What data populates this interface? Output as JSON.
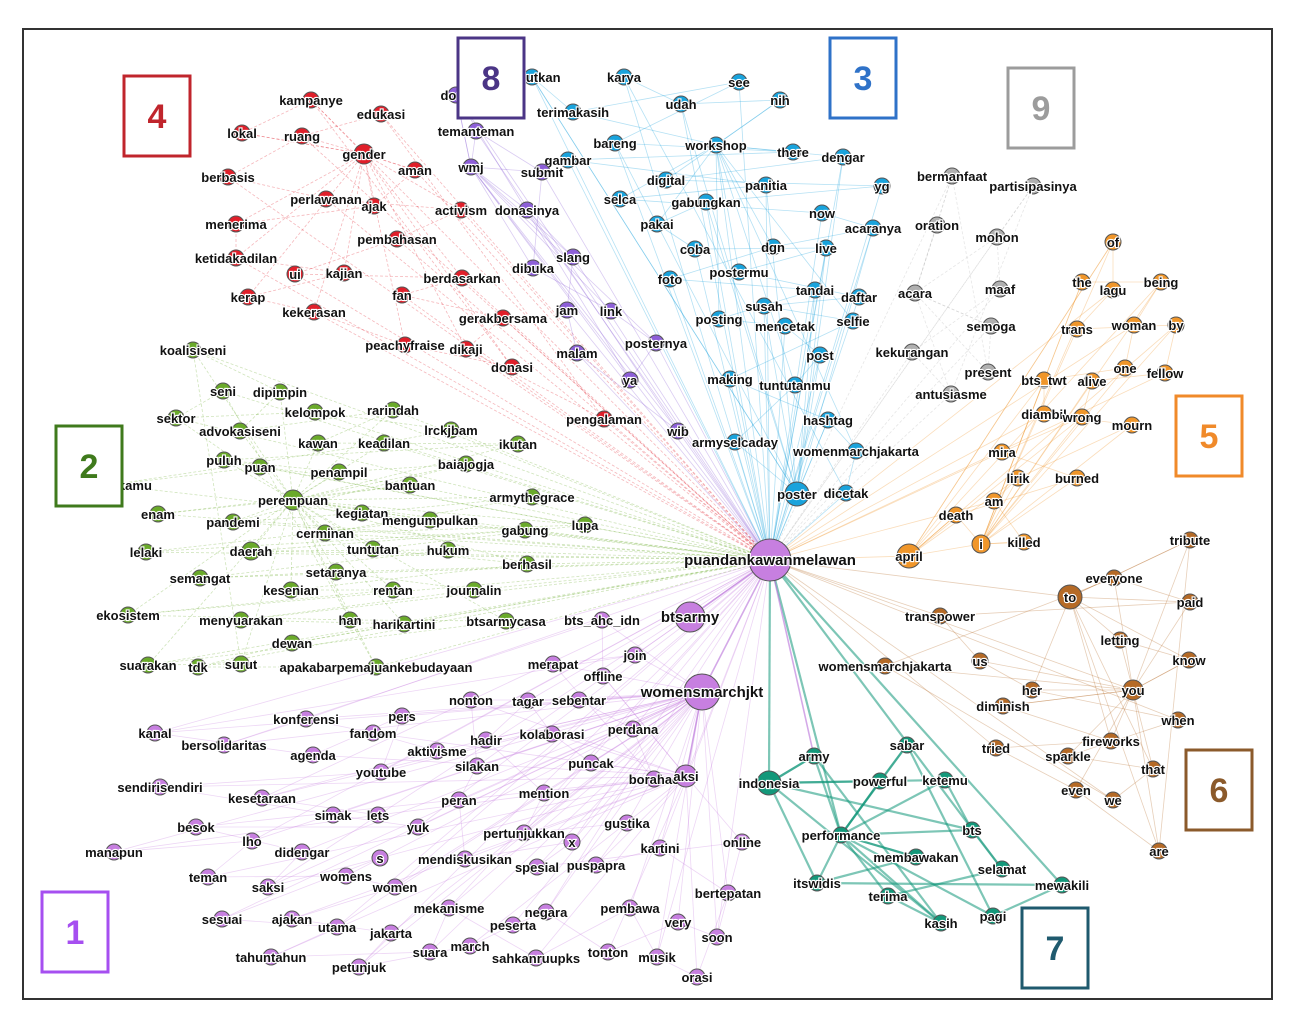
{
  "figure": {
    "caption": ""
  },
  "palette": {
    "1": "#c77fe0",
    "2": "#6aaa2a",
    "3": "#19a3dc",
    "4": "#e01f2a",
    "5": "#f0962a",
    "6": "#b56a26",
    "7": "#13987a",
    "8": "#8d5fd8",
    "9": "#b0b0b0"
  },
  "cluster_labels": [
    {
      "number": "1",
      "color": "#a64ff0"
    },
    {
      "number": "2",
      "color": "#3f7a1c"
    },
    {
      "number": "3",
      "color": "#2f72c8"
    },
    {
      "number": "4",
      "color": "#c0252c"
    },
    {
      "number": "5",
      "color": "#f08a2a"
    },
    {
      "number": "6",
      "color": "#8b5a2b"
    },
    {
      "number": "7",
      "color": "#1f5a6e"
    },
    {
      "number": "8",
      "color": "#4b3586"
    },
    {
      "number": "9",
      "color": "#9c9c9c"
    }
  ],
  "hubs": [
    {
      "word": "puandankawanmelawan",
      "cluster": "1"
    },
    {
      "word": "womensmarchjkt",
      "cluster": "1"
    },
    {
      "word": "btsarmy",
      "cluster": "1"
    }
  ],
  "nodes": {
    "1": [
      "kanal",
      "bersolidaritas",
      "agenda",
      "konferensi",
      "pers",
      "fandom",
      "youtube",
      "aktivisme",
      "sendirisendiri",
      "kesetaraan",
      "simak",
      "lets",
      "yuk",
      "manapun",
      "besok",
      "lho",
      "didengar",
      "teman",
      "saksi",
      "womens",
      "s",
      "women",
      "sesuai",
      "ajakan",
      "utama",
      "jakarta",
      "tahuntahun",
      "petunjuk",
      "suara",
      "march",
      "mekanisme",
      "peserta",
      "sahkanruupks",
      "negara",
      "pembawa",
      "tonton",
      "musik",
      "very",
      "orasi",
      "soon",
      "bertepatan",
      "online",
      "kartini",
      "spesial",
      "puspapra",
      "x",
      "gustika",
      "mendiskusikan",
      "pertunjukkan",
      "peran",
      "mention",
      "silakan",
      "hadir",
      "nonton",
      "tagar",
      "sebentar",
      "kolaborasi",
      "perdana",
      "puncak",
      "borahae",
      "aksi",
      "merapat",
      "offline",
      "join",
      "bts_ahc_idn"
    ],
    "2": [
      "koalisiseni",
      "seni",
      "dipimpin",
      "sektor",
      "advokasiseni",
      "kelompok",
      "rarindah",
      "lrckjbam",
      "kawan",
      "keadilan",
      "ikutan",
      "tahukahkamu",
      "puluh",
      "puan",
      "penampil",
      "bantuan",
      "baiajogja",
      "enam",
      "pandemi",
      "perempuan",
      "kegiatan",
      "mengumpulkan",
      "armythegrace",
      "lelaki",
      "cerminan",
      "gabung",
      "lupa",
      "daerah",
      "tuntutan",
      "hukum",
      "berhasil",
      "semangat",
      "kesenian",
      "setaranya",
      "rentan",
      "journalin",
      "ekosistem",
      "menyuarakan",
      "han",
      "harikartini",
      "btsarmycasa",
      "dewan",
      "suarakan",
      "tdk",
      "surut",
      "apakabarpemajuankebudayaan"
    ],
    "3": [
      "lanjutkan",
      "karya",
      "terimakasih",
      "udah",
      "see",
      "nih",
      "bareng",
      "workshop",
      "there",
      "dengar",
      "gambar",
      "digital",
      "panitia",
      "yg",
      "selca",
      "gabungkan",
      "now",
      "pakai",
      "acaranya",
      "coba",
      "dgn",
      "live",
      "foto",
      "postermu",
      "tandai",
      "daftar",
      "posting",
      "susah",
      "mencetak",
      "selfie",
      "post",
      "making",
      "tuntutanmu",
      "hashtag",
      "armyselcaday",
      "womenmarchjakarta",
      "poster",
      "dicetak"
    ],
    "4": [
      "kampanye",
      "edukasi",
      "lokal",
      "ruang",
      "gender",
      "berbasis",
      "aman",
      "perlawanan",
      "ajak",
      "activism",
      "menerima",
      "pembahasan",
      "ketidakadilan",
      "ui",
      "kajian",
      "berdasarkan",
      "kerap",
      "fan",
      "kekerasan",
      "gerakbersama",
      "peachyfraise",
      "dikaji",
      "donasi",
      "pengalaman"
    ],
    "5": [
      "of",
      "the",
      "lagu",
      "being",
      "trans",
      "woman",
      "by",
      "one",
      "fellow",
      "bts_twt",
      "alive",
      "diambil",
      "wrong",
      "mourn",
      "mira",
      "lirik",
      "burned",
      "am",
      "death",
      "killed",
      "april",
      "i"
    ],
    "6": [
      "tribute",
      "everyone",
      "to",
      "paid",
      "letting",
      "transpower",
      "know",
      "us",
      "you",
      "her",
      "diminish",
      "when",
      "fireworks",
      "sparkle",
      "tried",
      "that",
      "even",
      "we",
      "are",
      "womensmarchjakarta"
    ],
    "7": [
      "army",
      "sabar",
      "indonesia",
      "powerful",
      "ketemu",
      "performance",
      "bts",
      "membawakan",
      "selamat",
      "itswidis",
      "terima",
      "mewakili",
      "kasih",
      "pagi"
    ],
    "8": [
      "done",
      "temanteman",
      "wmj",
      "submit",
      "donasinya",
      "dibuka",
      "slang",
      "link",
      "jam",
      "posternya",
      "malam",
      "ya",
      "wib"
    ],
    "9": [
      "bermanfaat",
      "partisipasinya",
      "oration",
      "mohon",
      "acara",
      "maaf",
      "semoga",
      "kekurangan",
      "present",
      "antusiasme"
    ]
  }
}
